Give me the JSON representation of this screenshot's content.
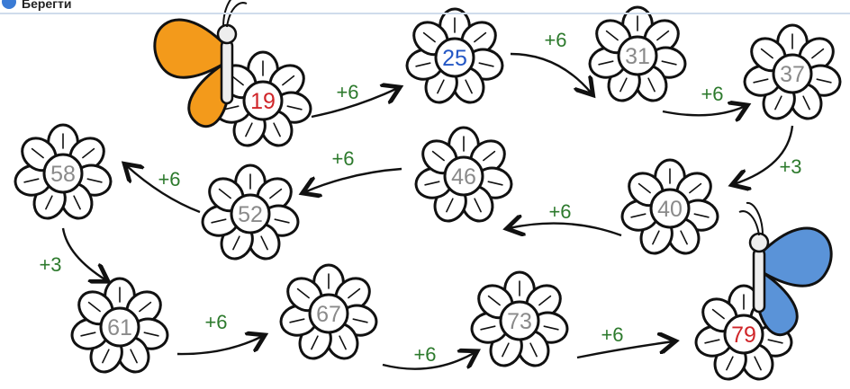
{
  "header": {
    "title": "Берегти"
  },
  "colors": {
    "start": "#d0262a",
    "accent_blue": "#2457c5",
    "normal": "#8a8a8a",
    "step": "#2d7a2d",
    "butterfly_orange": "#f39a1b",
    "butterfly_blue": "#5a93d8"
  },
  "flowers": [
    {
      "id": "f19",
      "value": "19",
      "color_role": "start"
    },
    {
      "id": "f25",
      "value": "25",
      "color_role": "accent_blue"
    },
    {
      "id": "f31",
      "value": "31",
      "color_role": "normal"
    },
    {
      "id": "f37",
      "value": "37",
      "color_role": "normal"
    },
    {
      "id": "f40",
      "value": "40",
      "color_role": "normal"
    },
    {
      "id": "f46",
      "value": "46",
      "color_role": "normal"
    },
    {
      "id": "f52",
      "value": "52",
      "color_role": "normal"
    },
    {
      "id": "f58",
      "value": "58",
      "color_role": "normal"
    },
    {
      "id": "f61",
      "value": "61",
      "color_role": "normal"
    },
    {
      "id": "f67",
      "value": "67",
      "color_role": "normal"
    },
    {
      "id": "f73",
      "value": "73",
      "color_role": "normal"
    },
    {
      "id": "f79",
      "value": "79",
      "color_role": "start"
    }
  ],
  "steps": [
    "+6",
    "+6",
    "+6",
    "+3",
    "+6",
    "+6",
    "+6",
    "+3",
    "+6",
    "+6",
    "+6"
  ],
  "butterflies": [
    "orange",
    "blue"
  ]
}
